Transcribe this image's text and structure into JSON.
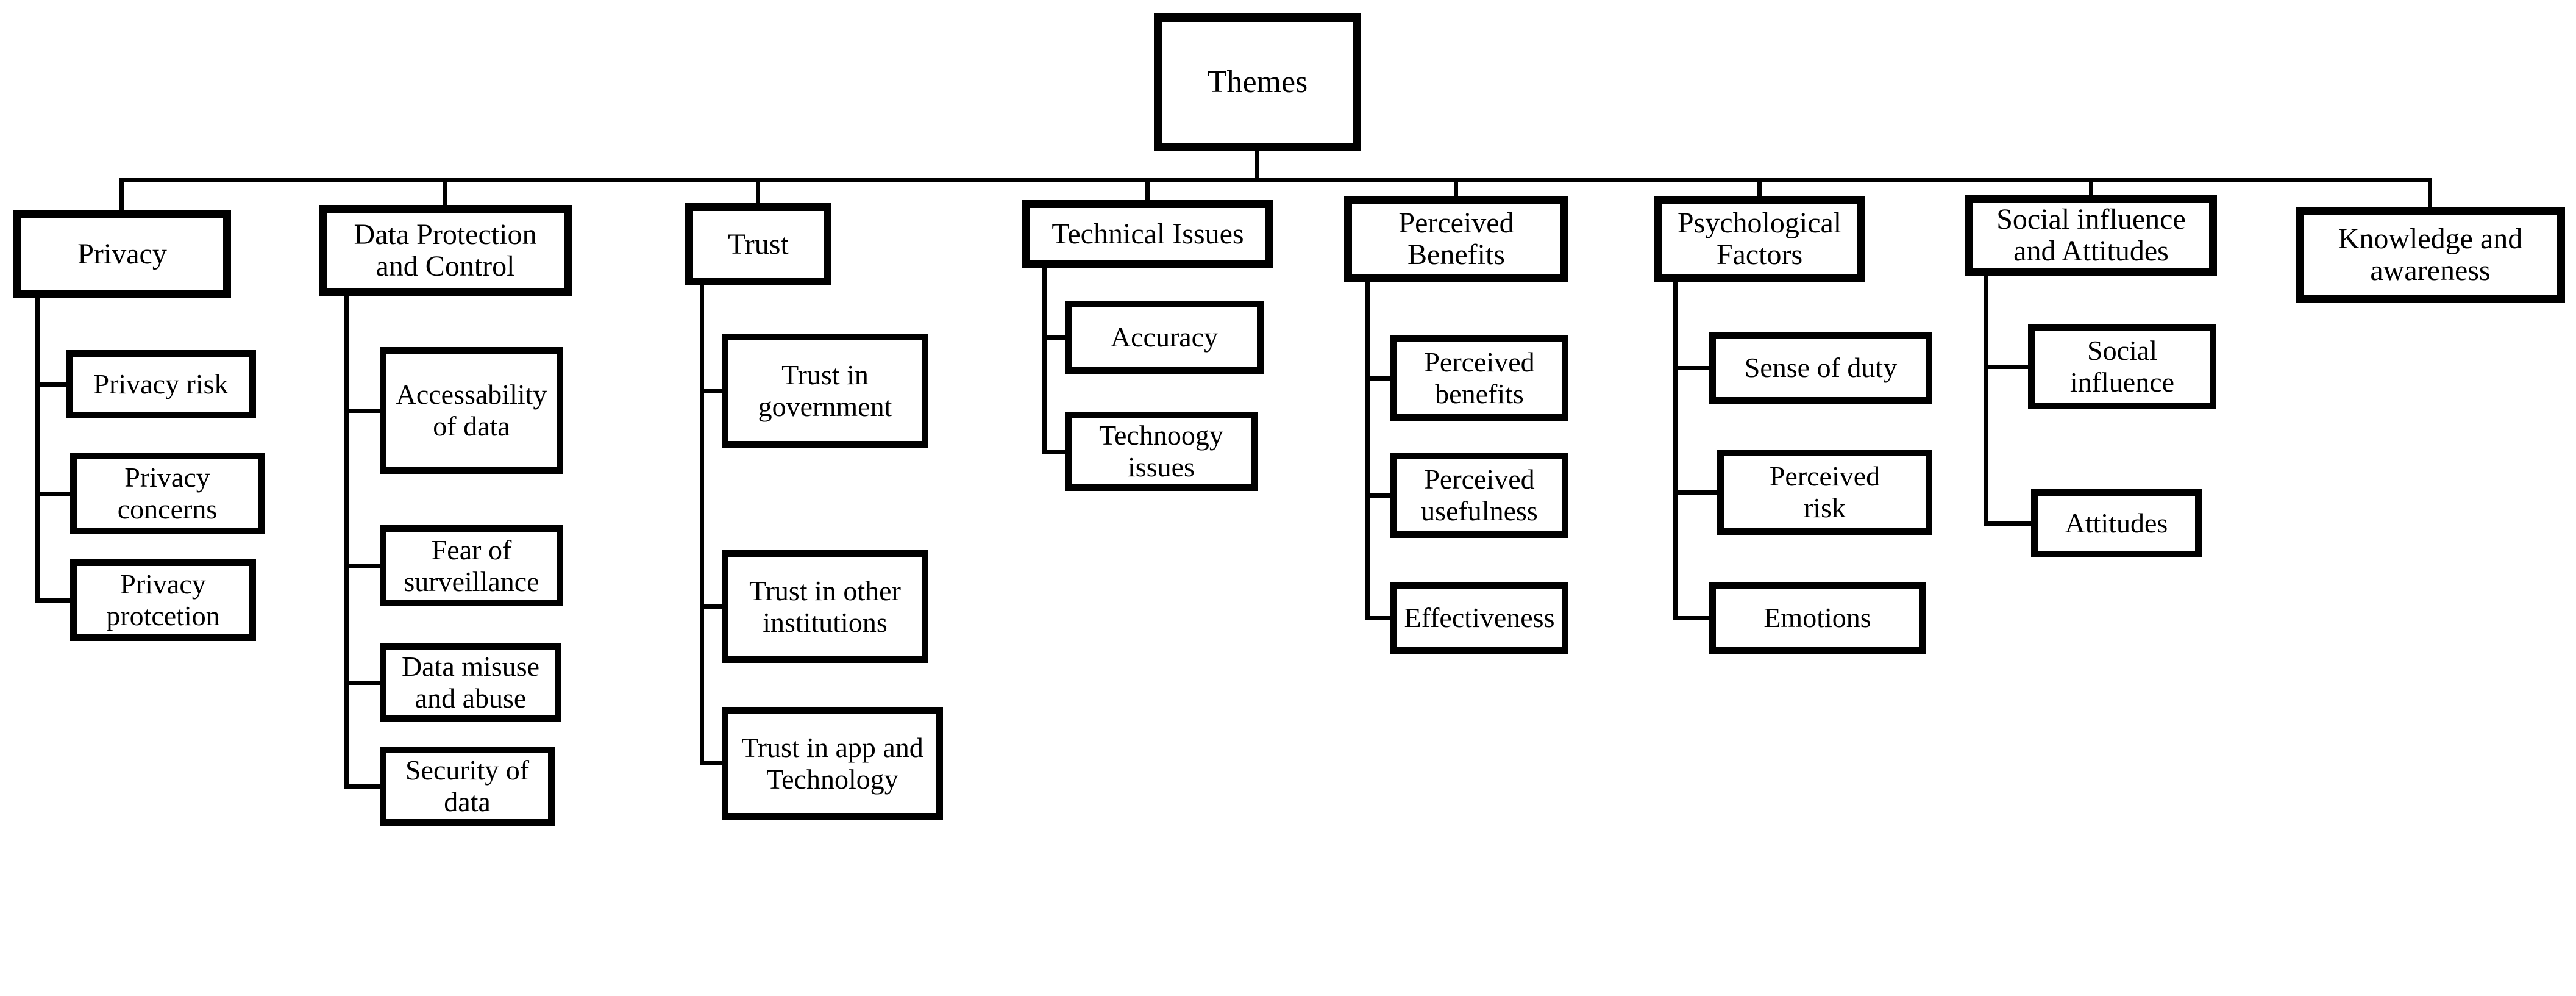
{
  "diagram": {
    "title": "Themes hierarchy diagram",
    "root": "Themes",
    "columns": [
      {
        "label": "Privacy",
        "children": [
          "Privacy risk",
          "Privacy\nconcerns",
          "Privacy\nprotcetion"
        ]
      },
      {
        "label": "Data Protection\nand Control",
        "children": [
          "Accessability\nof data",
          "Fear of\nsurveillance",
          "Data misuse\nand abuse",
          "Security of\ndata"
        ]
      },
      {
        "label": "Trust",
        "children": [
          "Trust in\ngovernment",
          "Trust in other\ninstitutions",
          "Trust in app and\nTechnology"
        ]
      },
      {
        "label": "Technical Issues",
        "children": [
          "Accuracy",
          "Technoogy\nissues"
        ]
      },
      {
        "label": "Perceived\nBenefits",
        "children": [
          "Perceived\nbenefits",
          "Perceived\nusefulness",
          "Effectiveness"
        ]
      },
      {
        "label": "Psychological\nFactors",
        "children": [
          "Sense of duty",
          "Perceived\nrisk",
          "Emotions"
        ]
      },
      {
        "label": "Social influence\nand Attitudes",
        "children": [
          "Social\ninfluence",
          "Attitudes"
        ]
      },
      {
        "label": "Knowledge and\nawareness",
        "children": []
      }
    ],
    "colors": {
      "line": "#000000",
      "box_border": "#000000",
      "box_background": "#ffffff",
      "text": "#000000",
      "page_background": "#ffffff"
    }
  }
}
